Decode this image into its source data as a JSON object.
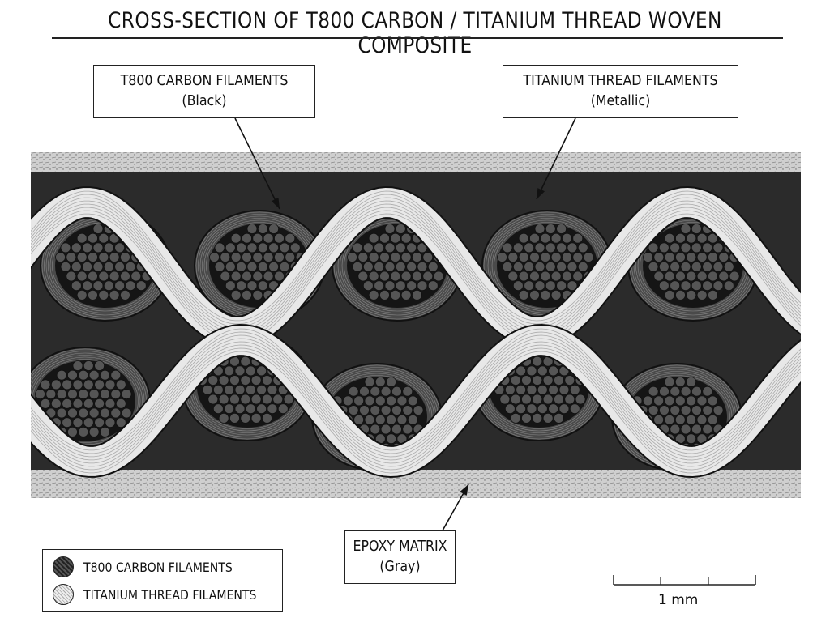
{
  "title": "CROSS-SECTION OF T800 CARBON / TITANIUM THREAD WOVEN COMPOSITE",
  "callouts": {
    "carbon": {
      "line1": "T800 CARBON FILAMENTS",
      "line2": "(Black)"
    },
    "titanium": {
      "line1": "TITANIUM THREAD FILAMENTS",
      "line2": "(Metallic)"
    },
    "epoxy": {
      "line1": "EPOXY MATRIX",
      "line2": "(Gray)"
    }
  },
  "legend": {
    "items": [
      {
        "label": "T800 CARBON FILAMENTS",
        "color": "#2a2a2a"
      },
      {
        "label": "TITANIUM THREAD FILAMENTS",
        "color": "#d8d8d8"
      }
    ]
  },
  "scale_bar": {
    "label": "1 mm"
  },
  "colors": {
    "ink": "#111111",
    "matrix": "#c9c9c9",
    "carbon": "#3a3a3a",
    "titanium": "#e6e6e6"
  }
}
